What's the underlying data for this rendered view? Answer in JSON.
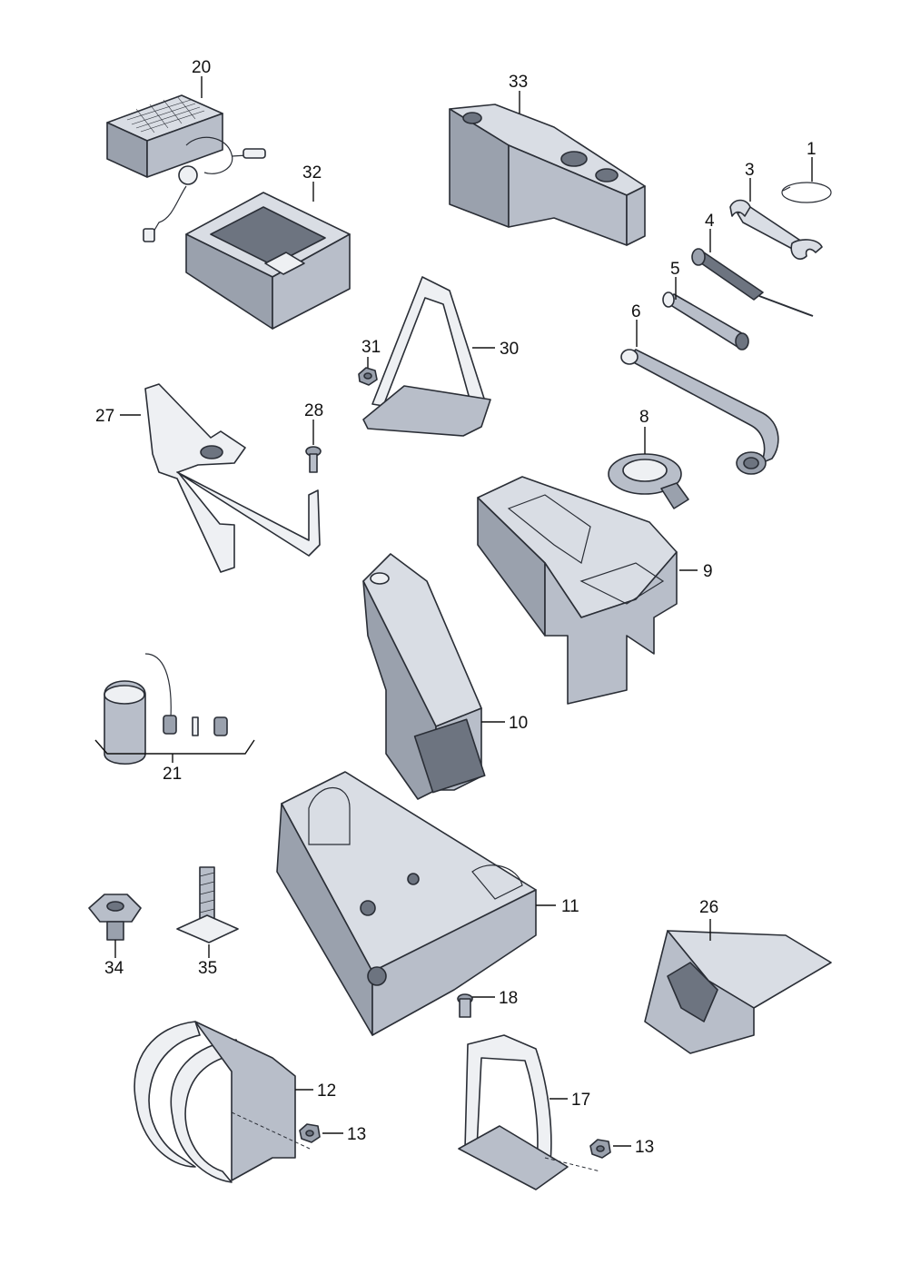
{
  "diagram": {
    "callouts": [
      "1",
      "3",
      "4",
      "5",
      "6",
      "8",
      "9",
      "10",
      "11",
      "12",
      "13",
      "13",
      "17",
      "18",
      "20",
      "21",
      "26",
      "27",
      "28",
      "30",
      "31",
      "32",
      "33",
      "34",
      "35"
    ]
  }
}
